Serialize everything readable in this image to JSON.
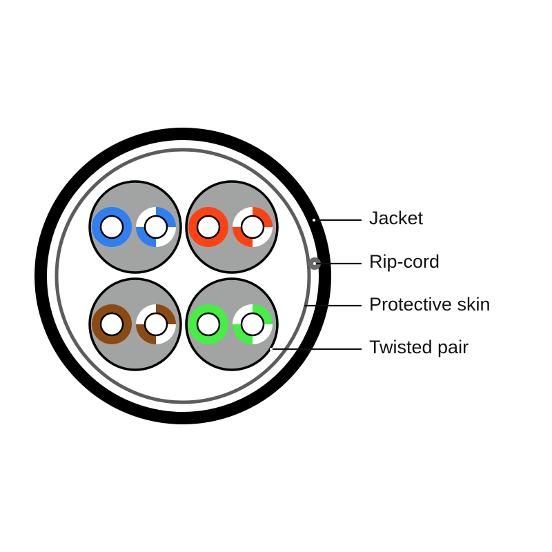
{
  "labels": {
    "jacket": "Jacket",
    "rip_cord": "Rip-cord",
    "protective_skin": "Protective skin",
    "twisted_pair": "Twisted pair"
  },
  "pairs": [
    {
      "name": "blue",
      "color": "#2f7ff2"
    },
    {
      "name": "orange",
      "color": "#ff4212"
    },
    {
      "name": "brown",
      "color": "#8a4a12"
    },
    {
      "name": "green",
      "color": "#44f044"
    }
  ],
  "colors": {
    "jacket": "#000000",
    "skin": "#5c5c5c",
    "rip_cord": "#6a6a6a",
    "pair_fill": "#a2a4a4"
  }
}
